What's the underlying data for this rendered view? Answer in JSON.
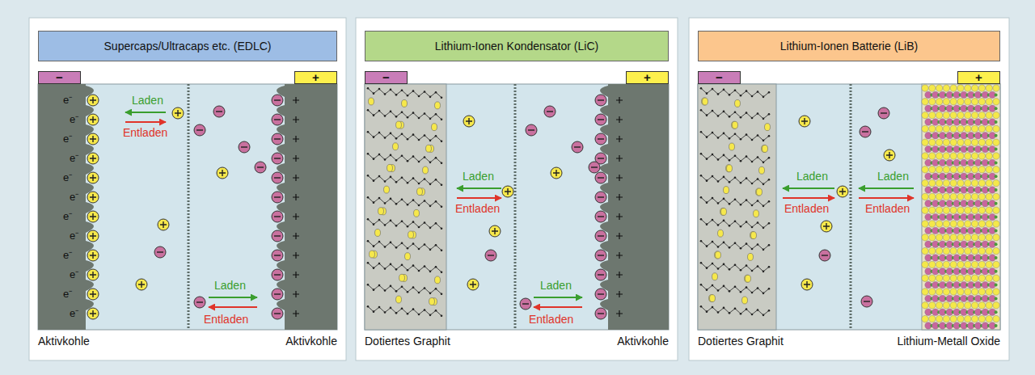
{
  "diagram": {
    "nodes": [
      {
        "text": [
          "Aktivkohle",
          "Aktivkohle"
        ]
      },
      {
        "text": [
          "Supercaps/Ultracaps etc. (EDLC)"
        ],
        "in": 0
      },
      {
        "text": [
          "−"
        ],
        "in": 0
      },
      {
        "text": [
          "+"
        ],
        "in": 0
      },
      {
        "text": [
          "Dotiertes Graphit",
          "Aktivkohle"
        ]
      },
      {
        "text": [
          "Lithium-Ionen Kondensator (LiC)"
        ],
        "in": 4
      },
      {
        "text": [
          "−"
        ],
        "in": 4
      },
      {
        "text": [
          "+"
        ],
        "in": 4
      },
      {
        "text": [
          "Dotiertes Graphit",
          "Lithium-Metall Oxide"
        ]
      },
      {
        "text": [
          "Lithium-Ionen Batterie (LiB)"
        ],
        "in": 8
      },
      {
        "text": [
          "−"
        ],
        "in": 8
      },
      {
        "text": [
          "+"
        ],
        "in": 8
      }
    ],
    "labels": [
      "e⁻",
      "e⁻",
      "e⁻",
      "e⁻",
      "e⁻",
      "e⁻",
      "e⁻",
      "e⁻",
      "e⁻",
      "e⁻",
      "e⁻",
      "e⁻",
      "Laden",
      "Entladen",
      "Laden",
      "Entladen",
      "Laden",
      "Entladen",
      "Laden",
      "Entladen",
      "Laden",
      "Entladen",
      "Laden",
      "Entladen"
    ]
  }
}
